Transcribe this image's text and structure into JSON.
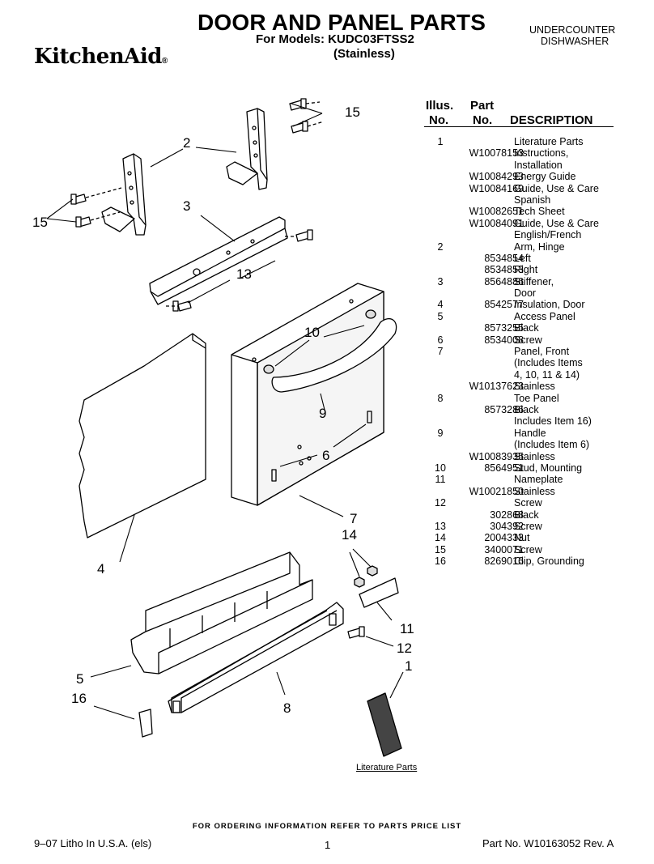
{
  "header": {
    "brand": "KitchenAid",
    "brand_mark": "®",
    "title": "DOOR AND PANEL PARTS",
    "models": "For Models: KUDC03FTSS2",
    "variant": "(Stainless)",
    "category_line1": "UNDERCOUNTER",
    "category_line2": "DISHWASHER"
  },
  "table_header": {
    "illus_line1": "Illus.",
    "illus_line2": "No.",
    "part_line1": "Part",
    "part_line2": "No.",
    "description": "DESCRIPTION"
  },
  "parts": [
    {
      "illus": "1",
      "part": "",
      "desc": "Literature Parts"
    },
    {
      "illus": "",
      "part": "W10078153",
      "desc": "Instructions,"
    },
    {
      "illus": "",
      "part": "",
      "desc": "Installation"
    },
    {
      "illus": "",
      "part": "W10084293",
      "desc": "Energy Guide"
    },
    {
      "illus": "",
      "part": "W10084169",
      "desc": "Guide, Use & Care"
    },
    {
      "illus": "",
      "part": "",
      "desc": "Spanish"
    },
    {
      "illus": "",
      "part": "W10082651",
      "desc": "Tech Sheet"
    },
    {
      "illus": "",
      "part": "W10084091",
      "desc": "Guide, Use & Care"
    },
    {
      "illus": "",
      "part": "",
      "desc": "English/French"
    },
    {
      "illus": "2",
      "part": "",
      "desc": "Arm, Hinge"
    },
    {
      "illus": "",
      "part": "8534854",
      "desc": "Left"
    },
    {
      "illus": "",
      "part": "8534853",
      "desc": "Right"
    },
    {
      "illus": "3",
      "part": "8564886",
      "desc": "Stiffener,"
    },
    {
      "illus": "",
      "part": "",
      "desc": "Door"
    },
    {
      "illus": "4",
      "part": "8542577",
      "desc": "Insulation, Door"
    },
    {
      "illus": "5",
      "part": "",
      "desc": "Access Panel"
    },
    {
      "illus": "",
      "part": "8573255",
      "desc": "Black"
    },
    {
      "illus": "6",
      "part": "8534008",
      "desc": "Screw"
    },
    {
      "illus": "7",
      "part": "",
      "desc": "Panel, Front"
    },
    {
      "illus": "",
      "part": "",
      "desc": "(Includes Items"
    },
    {
      "illus": "",
      "part": "",
      "desc": "4, 10, 11 & 14)"
    },
    {
      "illus": "",
      "part": "W10137623",
      "desc": "Stainless"
    },
    {
      "illus": "8",
      "part": "",
      "desc": "Toe Panel"
    },
    {
      "illus": "",
      "part": "8573286",
      "desc": "Black"
    },
    {
      "illus": "",
      "part": "",
      "desc": "Includes Item 16)"
    },
    {
      "illus": "9",
      "part": "",
      "desc": "Handle"
    },
    {
      "illus": "",
      "part": "",
      "desc": "(Includes Item 6)"
    },
    {
      "illus": "",
      "part": "W10083935",
      "desc": "Stainless"
    },
    {
      "illus": "10",
      "part": "8564951",
      "desc": "Stud, Mounting"
    },
    {
      "illus": "11",
      "part": "",
      "desc": "Nameplate"
    },
    {
      "illus": "",
      "part": "W10021850",
      "desc": "Stainless"
    },
    {
      "illus": "12",
      "part": "",
      "desc": "Screw"
    },
    {
      "illus": "",
      "part": "302868",
      "desc": "Black"
    },
    {
      "illus": "13",
      "part": "304392",
      "desc": "Screw"
    },
    {
      "illus": "14",
      "part": "2004333",
      "desc": "Nut"
    },
    {
      "illus": "15",
      "part": "3400071",
      "desc": "Screw"
    },
    {
      "illus": "16",
      "part": "8269016",
      "desc": "Clip, Grounding"
    }
  ],
  "callouts": {
    "c1": "1",
    "c2": "2",
    "c3": "3",
    "c4": "4",
    "c5": "5",
    "c6": "6",
    "c7": "7",
    "c8": "8",
    "c9": "9",
    "c10": "10",
    "c11": "11",
    "c12": "12",
    "c13": "13",
    "c14": "14",
    "c15a": "15",
    "c15b": "15",
    "c16": "16"
  },
  "literature_label": "Literature Parts",
  "footer": {
    "ordering": "FOR ORDERING INFORMATION REFER TO PARTS PRICE LIST",
    "litho": "9–07 Litho In U.S.A. (els)",
    "page": "1",
    "part_no": "Part No. W10163052 Rev. A"
  }
}
